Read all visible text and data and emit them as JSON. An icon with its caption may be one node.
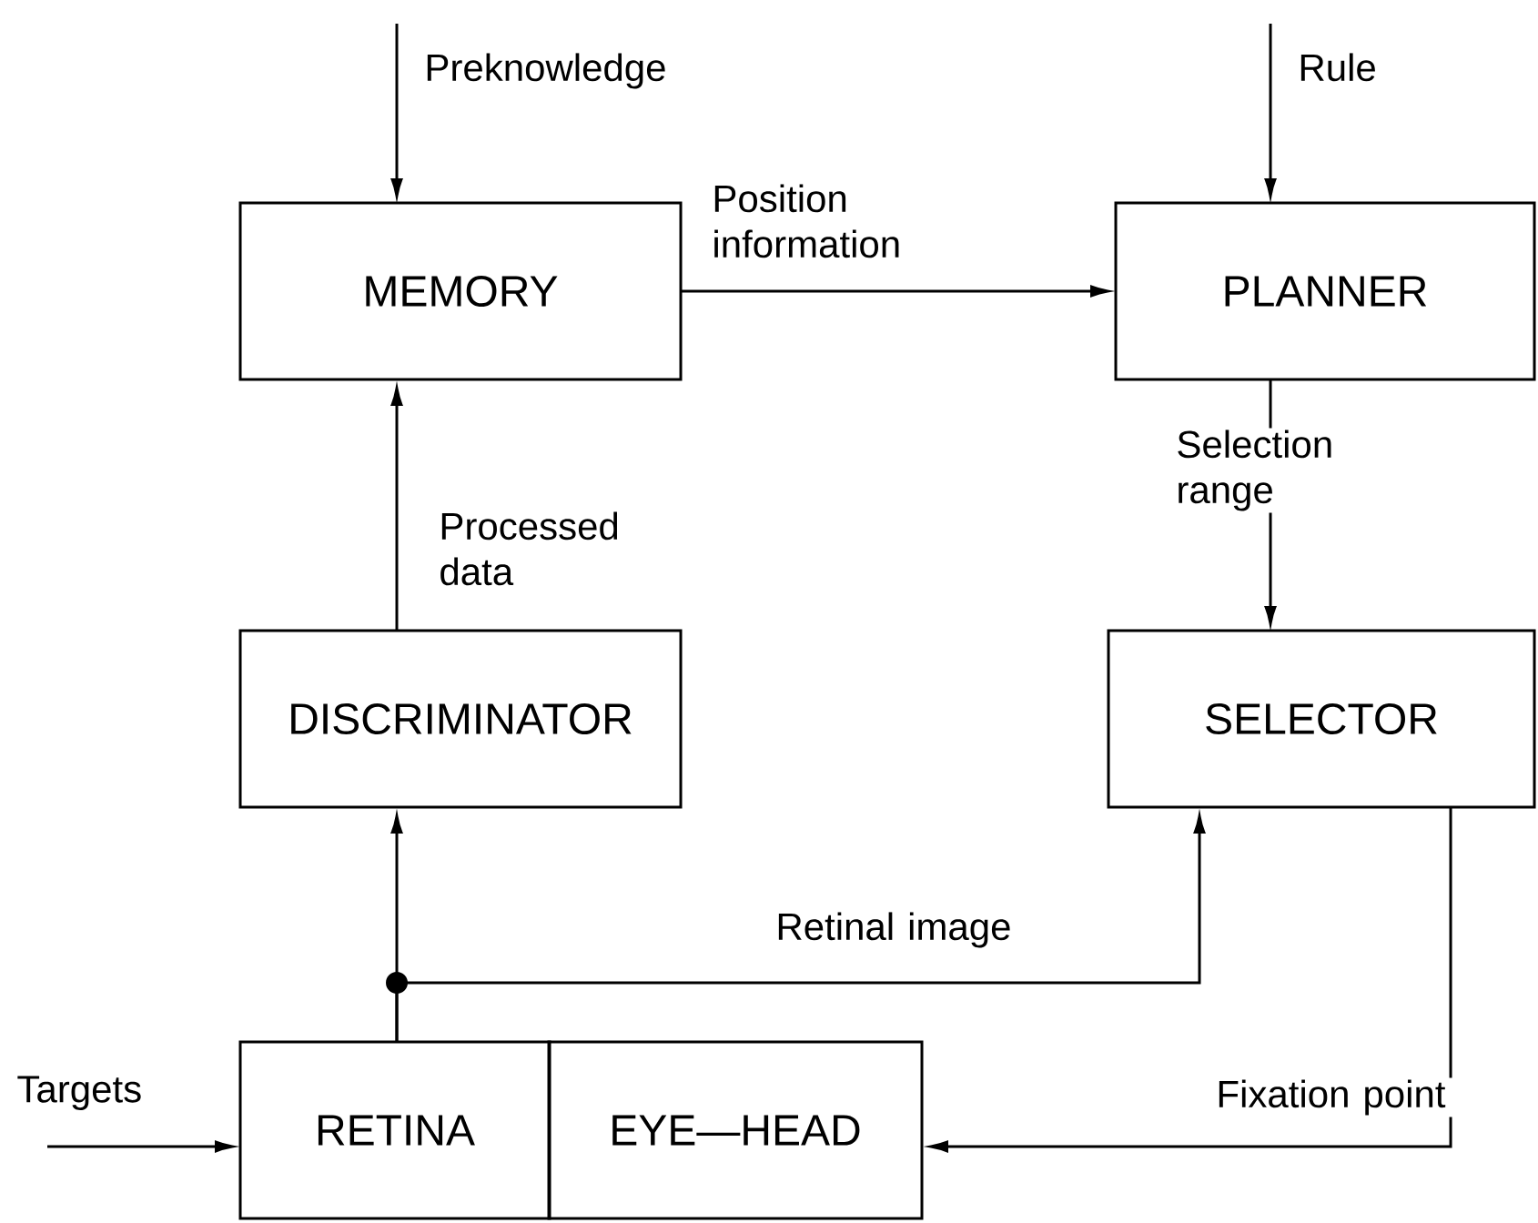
{
  "diagram": {
    "nodes": [
      {
        "text": [
          "MEMORY"
        ]
      },
      {
        "text": [
          "PLANNER"
        ]
      },
      {
        "text": [
          "DISCRIMINATOR"
        ]
      },
      {
        "text": [
          "SELECTOR"
        ]
      },
      {
        "text": [
          "RETINA"
        ]
      },
      {
        "text": [
          "EYE—HEAD"
        ]
      }
    ],
    "edges": [
      {
        "from": null,
        "to": 0,
        "arrow": "to",
        "label": "Preknowledge"
      },
      {
        "from": 0,
        "to": 1,
        "arrow": "to",
        "label": "Position information"
      },
      {
        "from": null,
        "to": 1,
        "arrow": "to",
        "label": "Rule"
      },
      {
        "from": 1,
        "to": 3,
        "arrow": "to",
        "label": "Selection range"
      },
      {
        "from": 2,
        "to": 0,
        "arrow": "to",
        "label": "Processed data"
      },
      {
        "from": 4,
        "to": 2,
        "arrow": "to"
      },
      {
        "from": 4,
        "to": 3,
        "arrow": "to",
        "label": "Retinal image"
      },
      {
        "from": 3,
        "to": 5,
        "arrow": "to",
        "label": "Fixation point"
      },
      {
        "from": null,
        "to": 4,
        "arrow": "to",
        "label": "Targets"
      }
    ]
  }
}
